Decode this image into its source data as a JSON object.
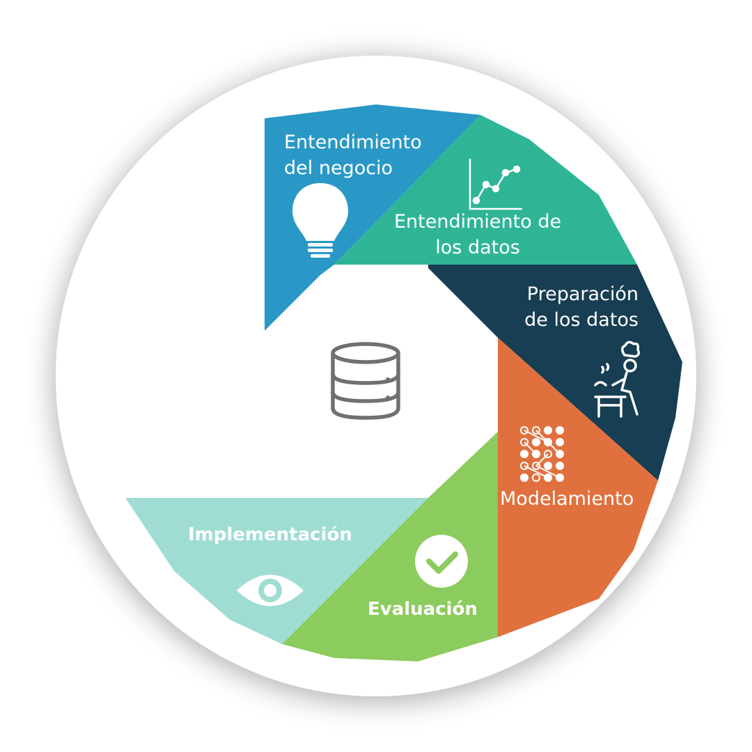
{
  "colors": {
    "entendimiento_negocio": "#2A98C6",
    "entendimiento_datos": "#2FB596",
    "preparacion_datos": "#173E52",
    "modelamiento": "#E0713E",
    "evaluacion": "#8CCB5E",
    "implementacion": "#9FDDD3",
    "center_icon": "#707070"
  },
  "center": {
    "icon": "database-icon"
  },
  "phases": [
    {
      "id": "entendimiento-negocio",
      "lines": [
        "Entendimiento",
        "del negocio"
      ],
      "icon": "lightbulb-icon"
    },
    {
      "id": "entendimiento-datos",
      "lines": [
        "Entendimiento de",
        "los datos"
      ],
      "icon": "line-chart-icon"
    },
    {
      "id": "preparacion-datos",
      "lines": [
        "Preparación",
        "de los datos"
      ],
      "icon": "chef-icon"
    },
    {
      "id": "modelamiento",
      "lines": [
        "Modelamiento"
      ],
      "icon": "network-icon"
    },
    {
      "id": "evaluacion",
      "lines": [
        "Evaluación"
      ],
      "icon": "check-circle-icon"
    },
    {
      "id": "implementacion",
      "lines": [
        "Implementación"
      ],
      "icon": "eye-icon"
    }
  ]
}
